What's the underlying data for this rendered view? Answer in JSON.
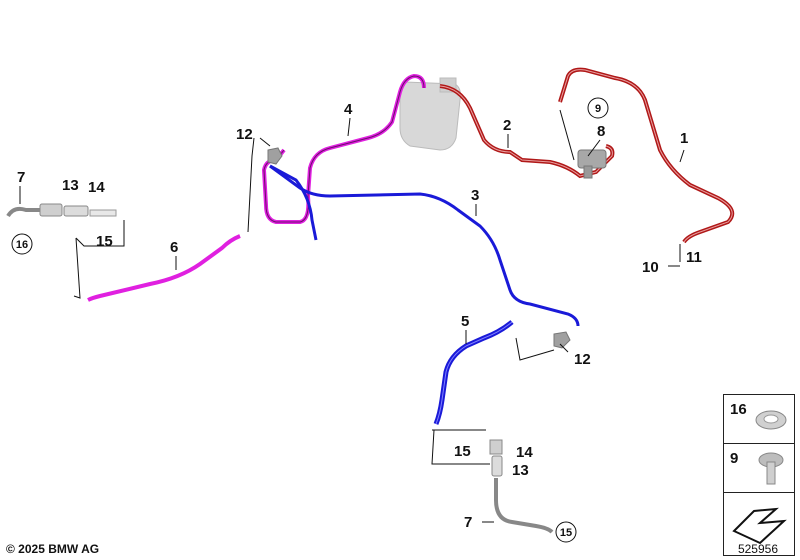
{
  "callouts": {
    "c1": "1",
    "c2": "2",
    "c3": "3",
    "c4": "4",
    "c5": "5",
    "c6": "6",
    "c7a": "7",
    "c7b": "7",
    "c8": "8",
    "c9": "9",
    "c10": "10",
    "c11": "11",
    "c12a": "12",
    "c12b": "12",
    "c13a": "13",
    "c13b": "13",
    "c14a": "14",
    "c14b": "14",
    "c15a": "15",
    "c15b": "15",
    "c15circ": "15",
    "c16circ": "16"
  },
  "legend": {
    "item16": "16",
    "item9": "9"
  },
  "colors": {
    "red_line": "#b01818",
    "magenta_line": "#e020e0",
    "blue_line": "#1a1ad8",
    "part_gray": "#c8c8c8"
  },
  "footer": {
    "copyright": "© 2025 BMW AG",
    "diagram_id": "525956"
  }
}
